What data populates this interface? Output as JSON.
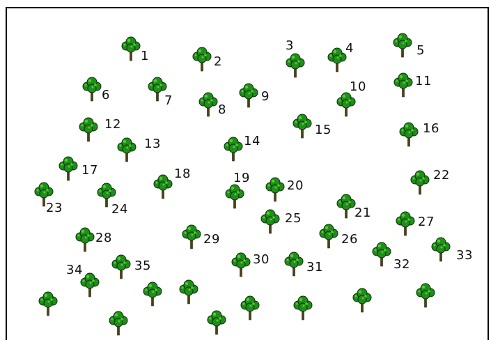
{
  "trees": [
    {
      "id": "tree-1",
      "label": "1"
    },
    {
      "id": "tree-2",
      "label": "2"
    },
    {
      "id": "tree-3",
      "label": "3"
    },
    {
      "id": "tree-4",
      "label": "4"
    },
    {
      "id": "tree-5",
      "label": "5"
    },
    {
      "id": "tree-6",
      "label": "6"
    },
    {
      "id": "tree-7",
      "label": "7"
    },
    {
      "id": "tree-8",
      "label": "8"
    },
    {
      "id": "tree-9",
      "label": "9"
    },
    {
      "id": "tree-10",
      "label": "10"
    },
    {
      "id": "tree-11",
      "label": "11"
    },
    {
      "id": "tree-12",
      "label": "12"
    },
    {
      "id": "tree-13",
      "label": "13"
    },
    {
      "id": "tree-14",
      "label": "14"
    },
    {
      "id": "tree-15",
      "label": "15"
    },
    {
      "id": "tree-16",
      "label": "16"
    },
    {
      "id": "tree-17",
      "label": "17"
    },
    {
      "id": "tree-18",
      "label": "18"
    },
    {
      "id": "tree-19",
      "label": "19"
    },
    {
      "id": "tree-20",
      "label": "20"
    },
    {
      "id": "tree-21",
      "label": "21"
    },
    {
      "id": "tree-22",
      "label": "22"
    },
    {
      "id": "tree-23",
      "label": "23"
    },
    {
      "id": "tree-24",
      "label": "24"
    },
    {
      "id": "tree-25",
      "label": "25"
    },
    {
      "id": "tree-26",
      "label": "26"
    },
    {
      "id": "tree-27",
      "label": "27"
    },
    {
      "id": "tree-28",
      "label": "28"
    },
    {
      "id": "tree-29",
      "label": "29"
    },
    {
      "id": "tree-30",
      "label": "30"
    },
    {
      "id": "tree-31",
      "label": "31"
    },
    {
      "id": "tree-32",
      "label": "32"
    },
    {
      "id": "tree-33",
      "label": "33"
    },
    {
      "id": "tree-34",
      "label": "34"
    },
    {
      "id": "tree-35",
      "label": "35"
    },
    {
      "id": "tree-u1",
      "label": ""
    },
    {
      "id": "tree-u2",
      "label": ""
    },
    {
      "id": "tree-u3",
      "label": ""
    },
    {
      "id": "tree-u4",
      "label": ""
    },
    {
      "id": "tree-u5",
      "label": ""
    },
    {
      "id": "tree-u6",
      "label": ""
    },
    {
      "id": "tree-u7",
      "label": ""
    },
    {
      "id": "tree-u8",
      "label": ""
    },
    {
      "id": "tree-u9",
      "label": ""
    },
    {
      "id": "tree-u10",
      "label": ""
    }
  ],
  "colors": {
    "foliage": "#1f8f1a",
    "foliage_light": "#55cc33",
    "outline": "#0b2d0b",
    "trunk": "#5a3a14",
    "frame": "#000000"
  },
  "icons": {
    "tree": "tree-icon"
  }
}
